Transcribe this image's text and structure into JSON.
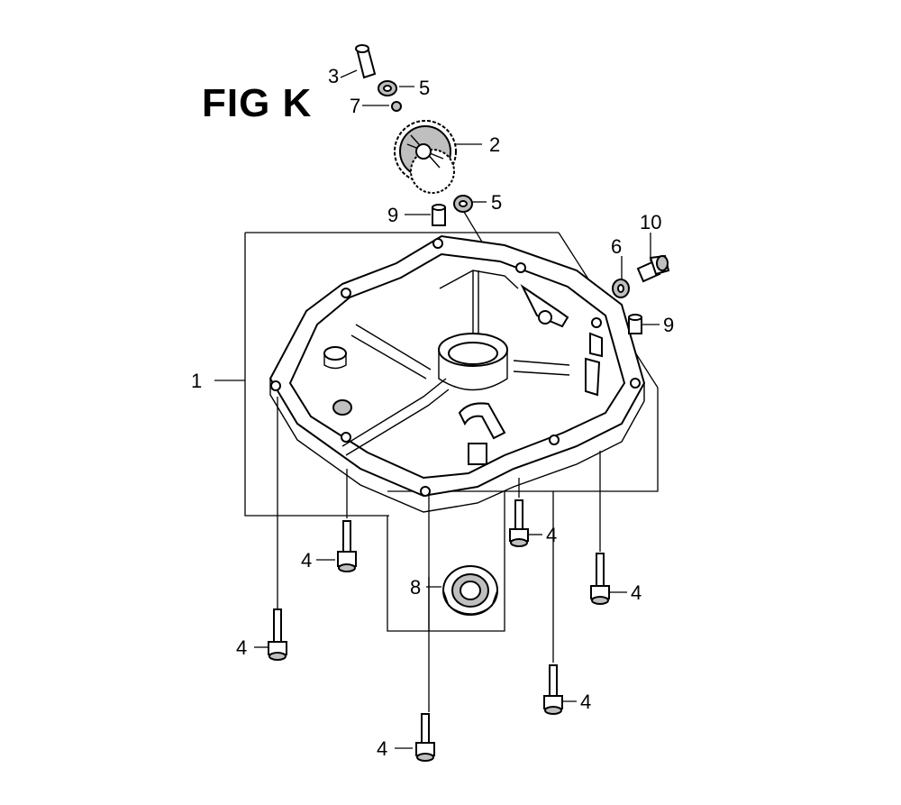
{
  "figure": {
    "title": "FIG K"
  },
  "callouts": {
    "c1": "1",
    "c2": "2",
    "c3": "3",
    "c4": "4",
    "c5": "5",
    "c6": "6",
    "c7": "7",
    "c8": "8",
    "c9": "9",
    "c10": "10"
  },
  "parts": [
    {
      "ref": "1",
      "icon": "oil-pan-case-icon"
    },
    {
      "ref": "2",
      "icon": "governor-gear-icon"
    },
    {
      "ref": "3",
      "icon": "shaft-pin-icon"
    },
    {
      "ref": "4",
      "icon": "flange-bolt-icon"
    },
    {
      "ref": "5",
      "icon": "washer-icon"
    },
    {
      "ref": "6",
      "icon": "sealing-washer-icon"
    },
    {
      "ref": "7",
      "icon": "clip-icon"
    },
    {
      "ref": "8",
      "icon": "oil-seal-icon"
    },
    {
      "ref": "9",
      "icon": "dowel-pin-icon"
    },
    {
      "ref": "10",
      "icon": "drain-plug-icon"
    }
  ]
}
